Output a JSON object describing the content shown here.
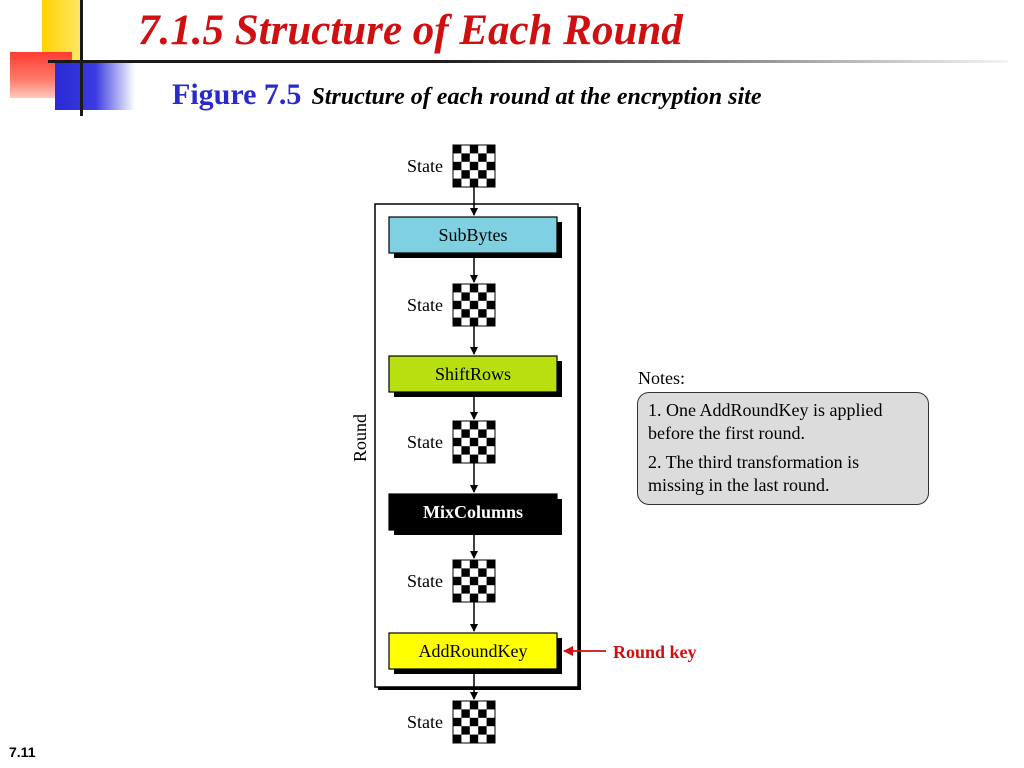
{
  "slide": {
    "title": "7.1.5  Structure of Each Round",
    "figure_label": "Figure 7.5",
    "figure_desc": "Structure of each round at the encryption site",
    "number": "7.11"
  },
  "diagram": {
    "round_label": "Round",
    "state_label": "State",
    "steps": [
      {
        "label": "SubBytes",
        "fill": "#7fd0e0",
        "text_color": "#000000"
      },
      {
        "label": "ShiftRows",
        "fill": "#b8e010",
        "text_color": "#000000"
      },
      {
        "label": "MixColumns",
        "fill": "#000000",
        "text_color": "#ffffff"
      },
      {
        "label": "AddRoundKey",
        "fill": "#ffff00",
        "text_color": "#000000"
      }
    ],
    "round_key_label": "Round key",
    "round_key_color": "#d01010"
  },
  "notes": {
    "heading": "Notes:",
    "items": [
      "1. One AddRoundKey is applied\n before the first round.",
      "2. The third transformation is\n missing in the last round."
    ]
  },
  "colors": {
    "title": "#d01010",
    "figure_label": "#2a2acc",
    "notes_bg": "#dcdcdc"
  }
}
